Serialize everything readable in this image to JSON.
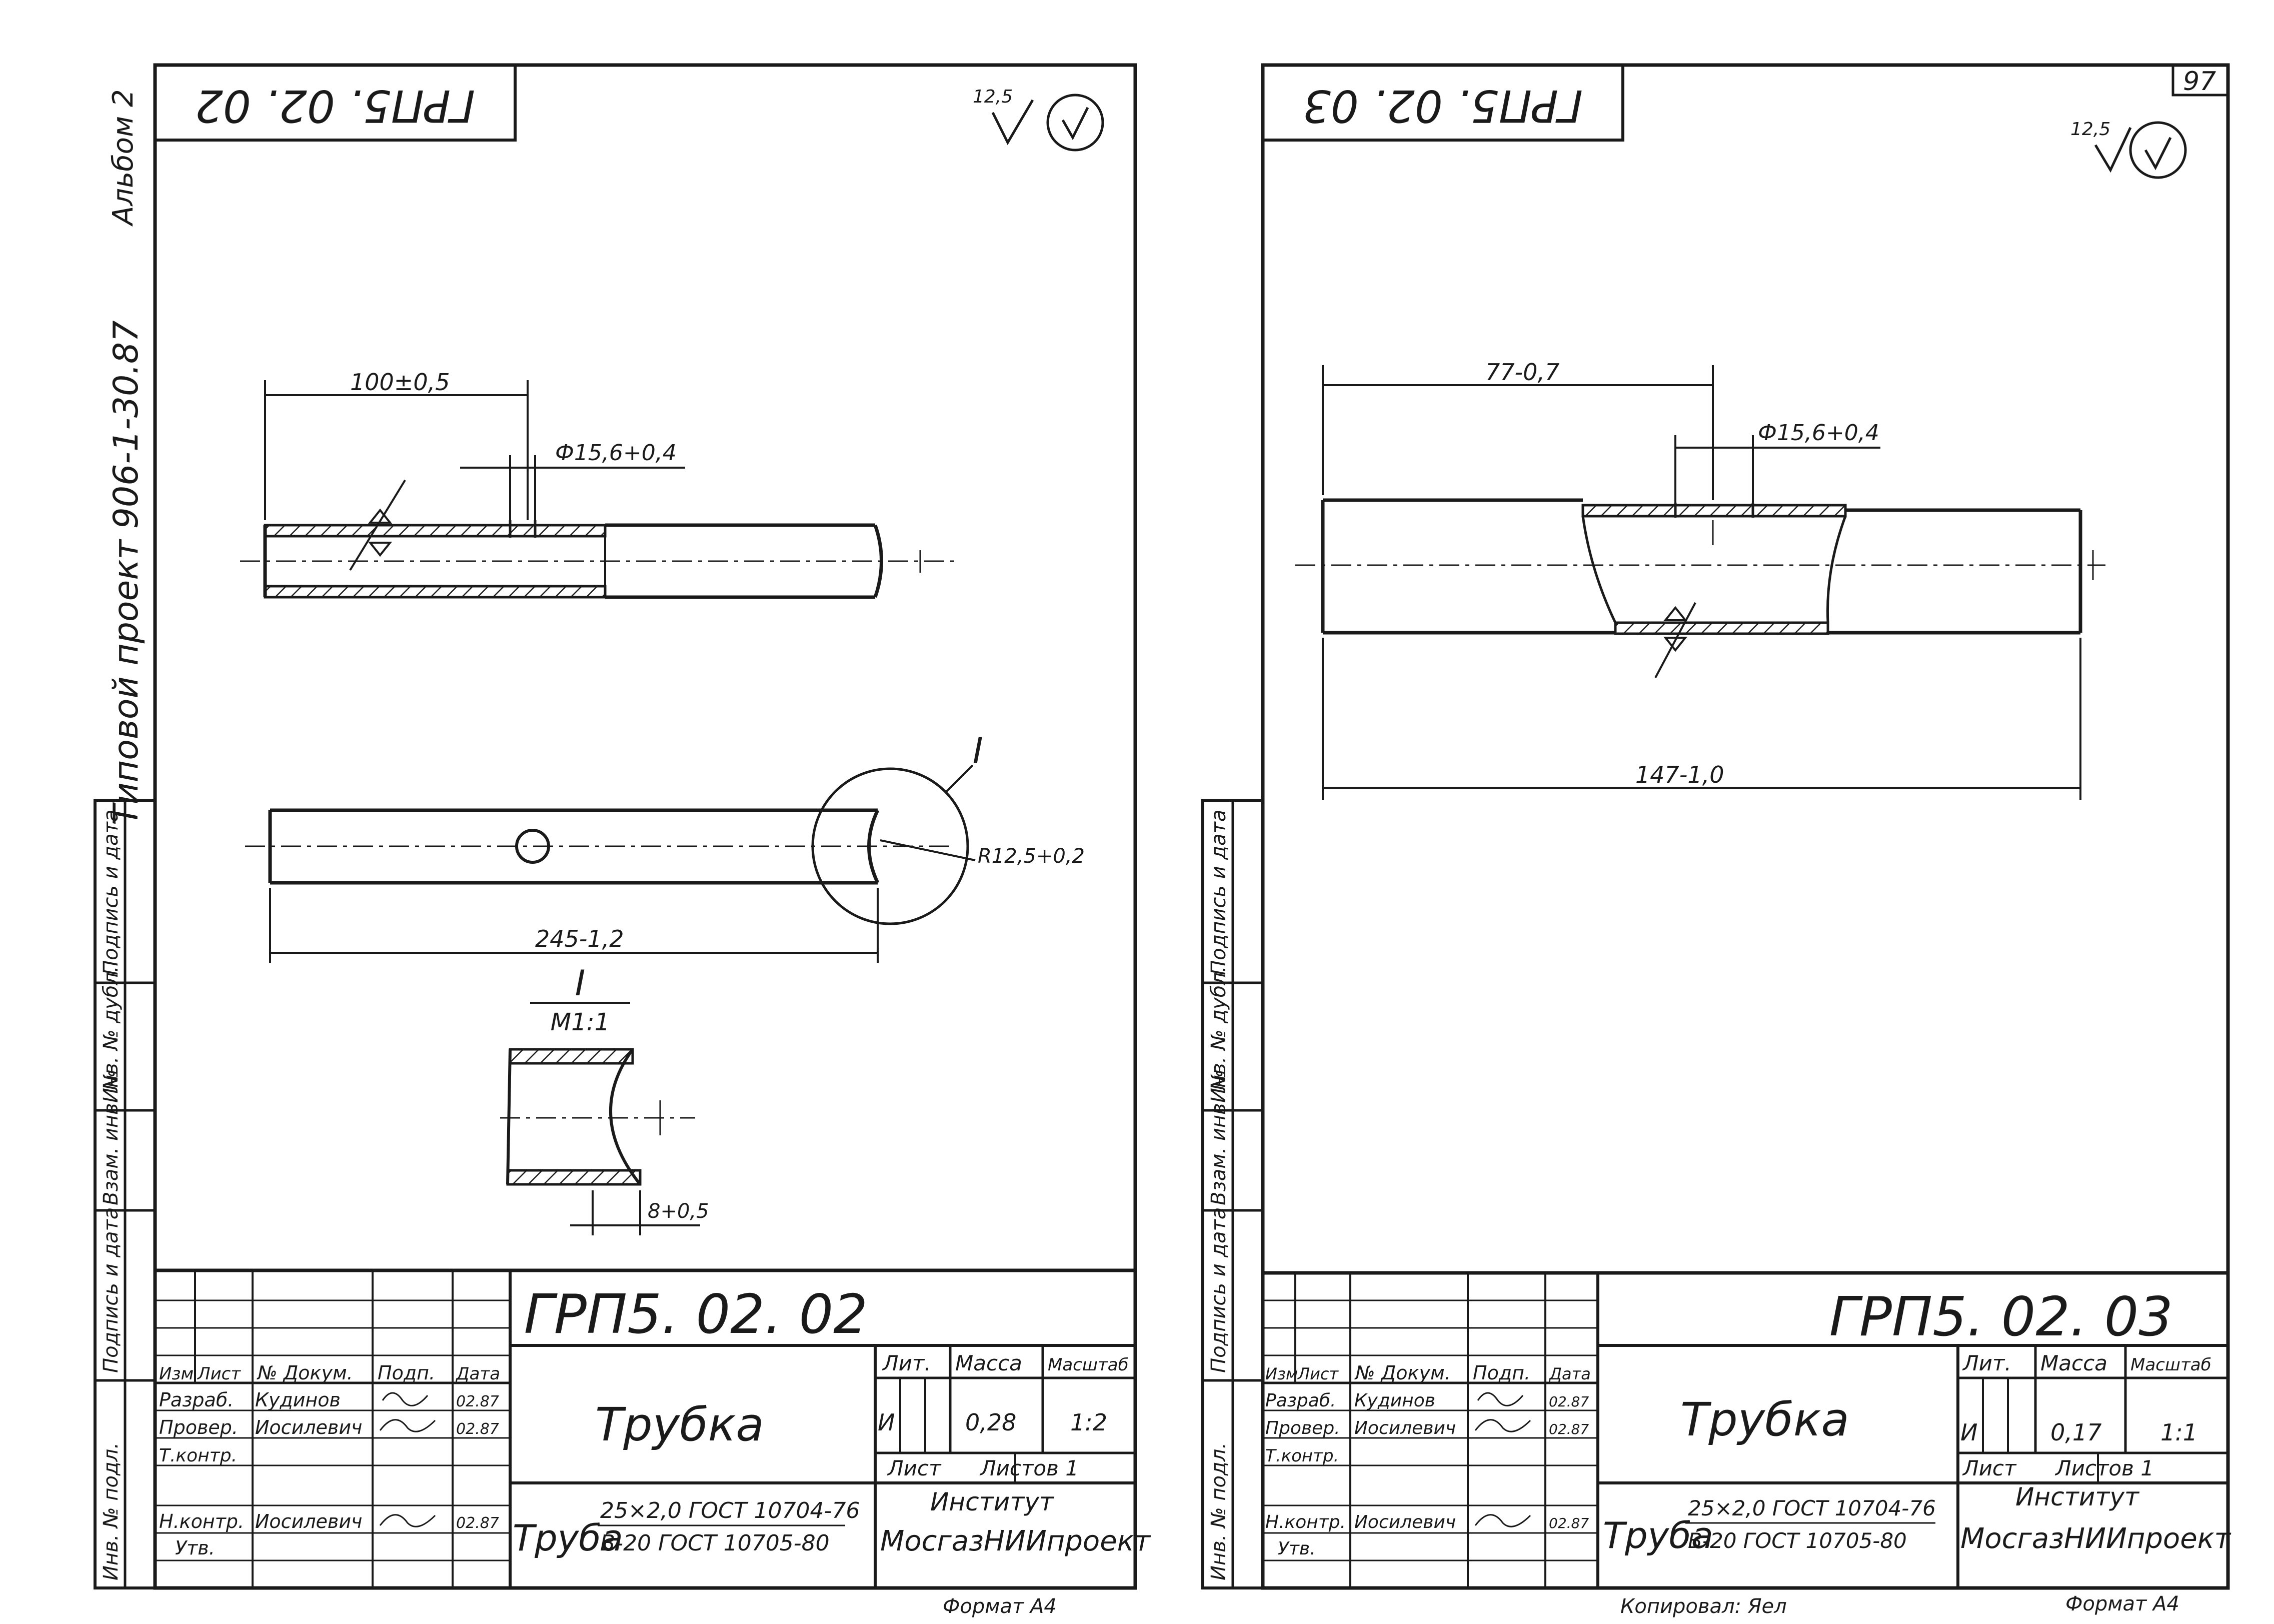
{
  "page_number": "97",
  "margin": {
    "album": "Альбом 2",
    "project": "Типовой проект 906-1-30.87",
    "stamp_labels": [
      "Подпись и дата",
      "Инв. № дубл.",
      "Взам. инв. №",
      "Подпись и дата",
      "Инв. № подл."
    ]
  },
  "sheets": [
    {
      "code": "ГРП5. 02. 02",
      "code_rotated": "ГРП5. 02. 02",
      "roughness": "12,5",
      "title": "Трубка",
      "dims": [
        "100±0,5",
        "Ф15,6+0,4",
        "245-1,2",
        "R12,5+0,2",
        "8+0,5"
      ],
      "detail_mark": "I",
      "detail_label": "I",
      "detail_scale": "М1:1",
      "material_prefix": "Труба",
      "material_line1": "25×2,0 ГОСТ 10704-76",
      "material_line2": "В-20 ГОСТ 10705-80",
      "lit_label": "Лит.",
      "mass_label": "Масса",
      "scale_label": "Масштаб",
      "lit": "И",
      "mass": "0,28",
      "scale": "1:2",
      "sheet_label": "Лист",
      "sheets_label": "Листов 1",
      "institute1": "Институт",
      "institute2": "МосгазНИИпроект",
      "format": "Формат А4",
      "copied": "",
      "stamp_rows": [
        [
          "Изм",
          "Лист",
          "№ Докум.",
          "Подп.",
          "Дата"
        ],
        [
          "Разраб.",
          "Кудинов",
          "",
          "02.87"
        ],
        [
          "Провер.",
          "Иосилевич",
          "",
          "02.87"
        ],
        [
          "Т.контр.",
          "",
          "",
          ""
        ],
        [
          "Н.контр.",
          "Иосилевич",
          "",
          "02.87"
        ],
        [
          "Утв.",
          "",
          "",
          ""
        ]
      ]
    },
    {
      "code": "ГРП5. 02. 03",
      "code_rotated": "ГРП5. 02. 03",
      "roughness": "12,5",
      "title": "Трубка",
      "dims": [
        "77-0,7",
        "Ф15,6+0,4",
        "147-1,0"
      ],
      "material_prefix": "Труба",
      "material_line1": "25×2,0 ГОСТ 10704-76",
      "material_line2": "В-20 ГОСТ 10705-80",
      "lit_label": "Лит.",
      "mass_label": "Масса",
      "scale_label": "Масштаб",
      "lit": "И",
      "mass": "0,17",
      "scale": "1:1",
      "sheet_label": "Лист",
      "sheets_label": "Листов 1",
      "institute1": "Институт",
      "institute2": "МосгазНИИпроект",
      "format": "Формат А4",
      "copied": "Копировал: Яел",
      "stamp_rows": [
        [
          "Изм",
          "Лист",
          "№ Докум.",
          "Подп.",
          "Дата"
        ],
        [
          "Разраб.",
          "Кудинов",
          "",
          "02.87"
        ],
        [
          "Провер.",
          "Иосилевич",
          "",
          "02.87"
        ],
        [
          "Т.контр.",
          "",
          "",
          ""
        ],
        [
          "Н.контр.",
          "Иосилевич",
          "",
          "02.87"
        ],
        [
          "Утв.",
          "",
          "",
          ""
        ]
      ]
    }
  ]
}
